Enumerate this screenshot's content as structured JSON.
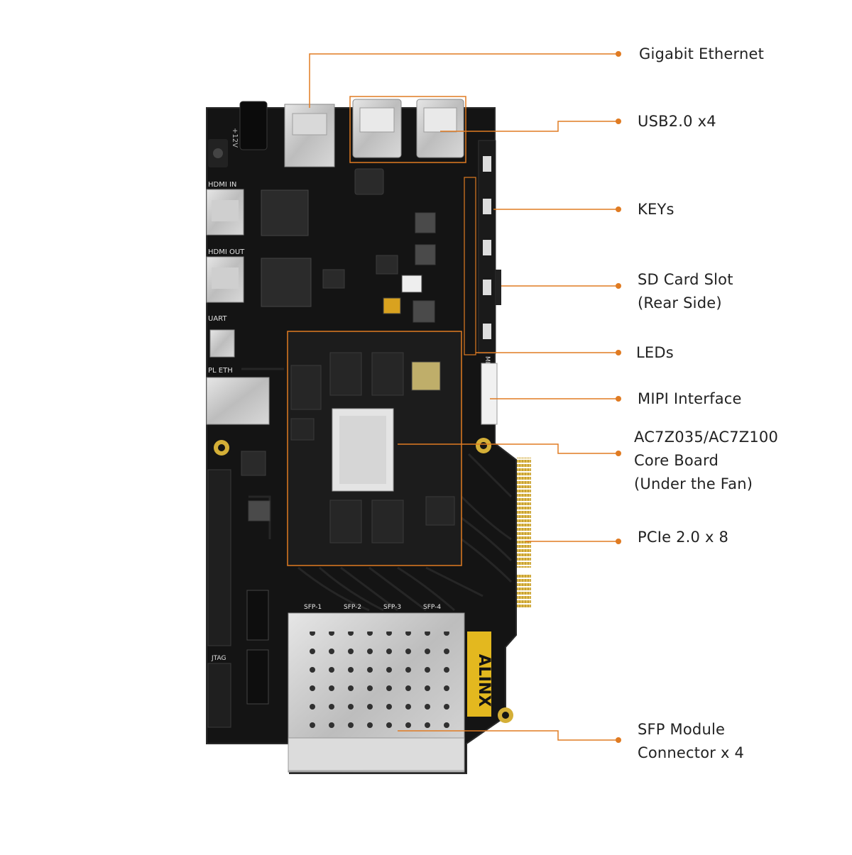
{
  "colors": {
    "leader": "#e07b22",
    "pcb": "#141414",
    "pcb_trace": "#262626",
    "metal": "#c9c9c9",
    "chip": "#2b2b2b",
    "gold": "#d4af37",
    "label_text": "#222222"
  },
  "board": {
    "brand": "ALINX",
    "silkscreen": {
      "hdmi_in": "HDMI IN",
      "hdmi_out": "HDMI OUT",
      "uart": "UART",
      "pl_eth": "PL ETH",
      "jtag": "JTAG",
      "sfp1": "SFP-1",
      "sfp2": "SFP-2",
      "sfp3": "SFP-3",
      "sfp4": "SFP-4",
      "power": "+12V",
      "mipi": "MIPI"
    }
  },
  "callouts": [
    {
      "id": "gigabit-ethernet",
      "label": "Gigabit Ethernet"
    },
    {
      "id": "usb",
      "label": "USB2.0 x4"
    },
    {
      "id": "keys",
      "label": "KEYs"
    },
    {
      "id": "sd-card",
      "label": "SD Card Slot\n(Rear Side)"
    },
    {
      "id": "leds",
      "label": "LEDs"
    },
    {
      "id": "mipi",
      "label": "MIPI Interface"
    },
    {
      "id": "core-board",
      "label": "AC7Z035/AC7Z100\nCore Board\n(Under the Fan)"
    },
    {
      "id": "pcie",
      "label": "PCIe 2.0 x 8"
    },
    {
      "id": "sfp",
      "label": "SFP Module\nConnector x 4"
    }
  ]
}
